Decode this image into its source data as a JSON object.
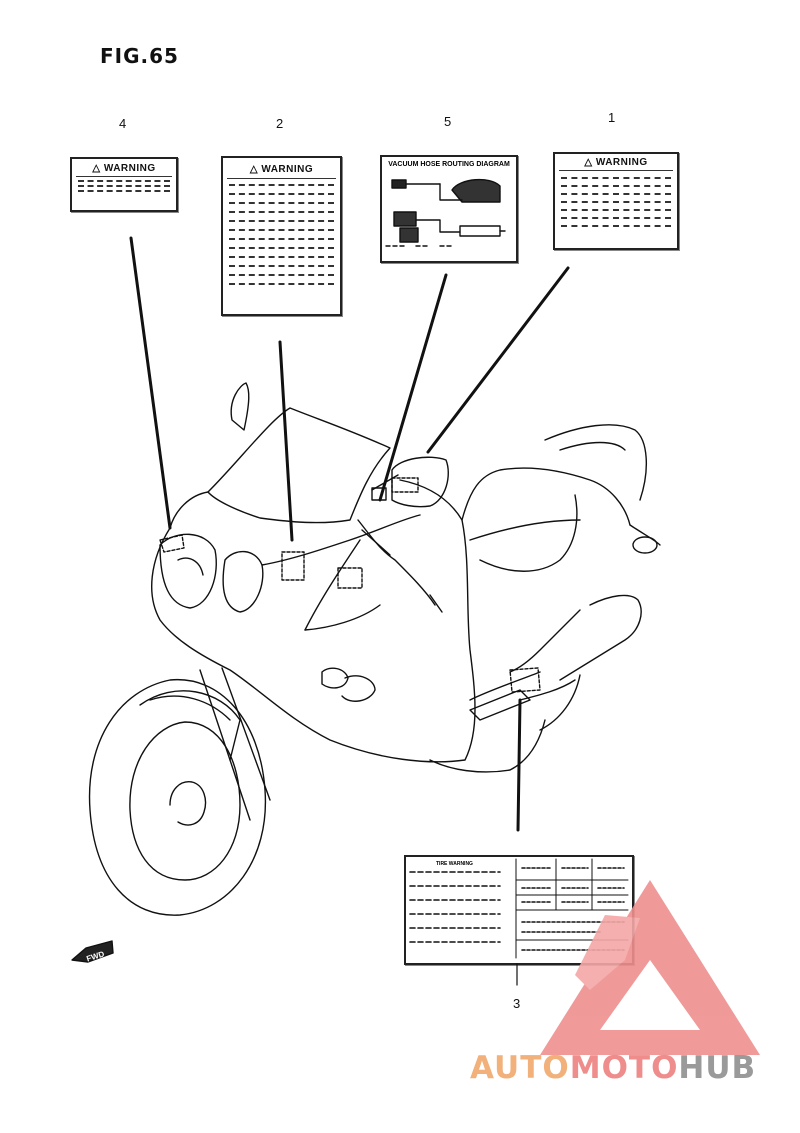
{
  "figure": {
    "title": "FIG.65"
  },
  "callouts": [
    "1",
    "2",
    "3",
    "4",
    "5"
  ],
  "labels": {
    "warning_text": "WARNING",
    "warning_glyph": "△",
    "vacuum_title": "VACUUM HOSE ROUTING DIAGRAM",
    "tire_title": "TIRE WARNING"
  },
  "direction_tag": "FWD",
  "watermark": {
    "part1": "AUTO",
    "part2": "MOTO",
    "part3": "HUB"
  },
  "colors": {
    "line": "#111111",
    "wm_orange": "#f2b07a",
    "wm_red": "#ef8c8c",
    "wm_gray": "#9a9a9a"
  }
}
